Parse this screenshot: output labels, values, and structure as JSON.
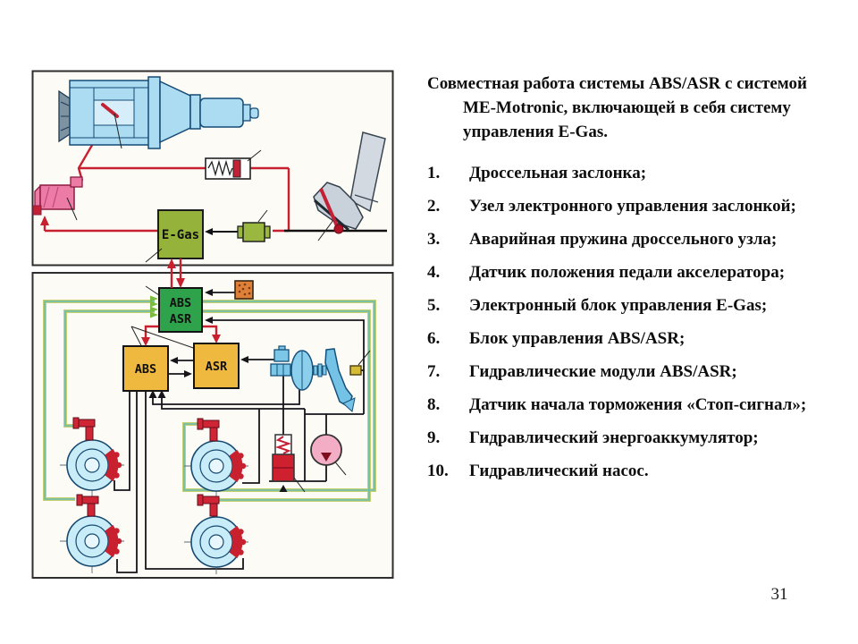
{
  "page": {
    "number": "31"
  },
  "legend": {
    "title": {
      "line1": "Совместная работа системы ABS/ASR с системой",
      "line2": "ME-Motronic, включающей в себя систему",
      "line3": "управления E-Gas."
    },
    "items": [
      {
        "num": "1.",
        "label": "Дроссельная заслонка;"
      },
      {
        "num": "2.",
        "label": "Узел электронного управления заслонкой;"
      },
      {
        "num": "3.",
        "label": "Аварийная пружина дроссельного узла;"
      },
      {
        "num": "4.",
        "label": "Датчик положения педали акселератора;"
      },
      {
        "num": "5.",
        "label": "Электронный блок управления E-Gas;"
      },
      {
        "num": "6.",
        "label": "Блок управления ABS/ASR;"
      },
      {
        "num": "7.",
        "label": "Гидравлические модули ABS/ASR;"
      },
      {
        "num": "8.",
        "label": "Датчик начала торможения «Стоп-сигнал»;"
      },
      {
        "num": "9.",
        "label": "Гидравлический энергоаккумулятор;"
      },
      {
        "num": "10.",
        "label": "Гидравлический насос."
      }
    ]
  },
  "diagram": {
    "egas_label": "E-Gas",
    "abs_asr_unit": {
      "line1": "ABS",
      "line2": "ASR"
    },
    "abs_module_label": "ABS",
    "asr_module_label": "ASR",
    "colors": {
      "wire_red": "#c8202f",
      "ecu_green": "#2fa24c",
      "egas_olive": "#95b23b",
      "module_yellow": "#efb93f",
      "sensor_wire_yellow_green": "#c5cf70",
      "sensor_wire_teal": "#66bdb2",
      "engine_blue": "#abdcf1",
      "wheel_blue": "#c9ecf9",
      "pump_pink": "#f3aec6",
      "actuator_pink": "#ec7ca6",
      "orange_filter": "#de8038"
    }
  }
}
